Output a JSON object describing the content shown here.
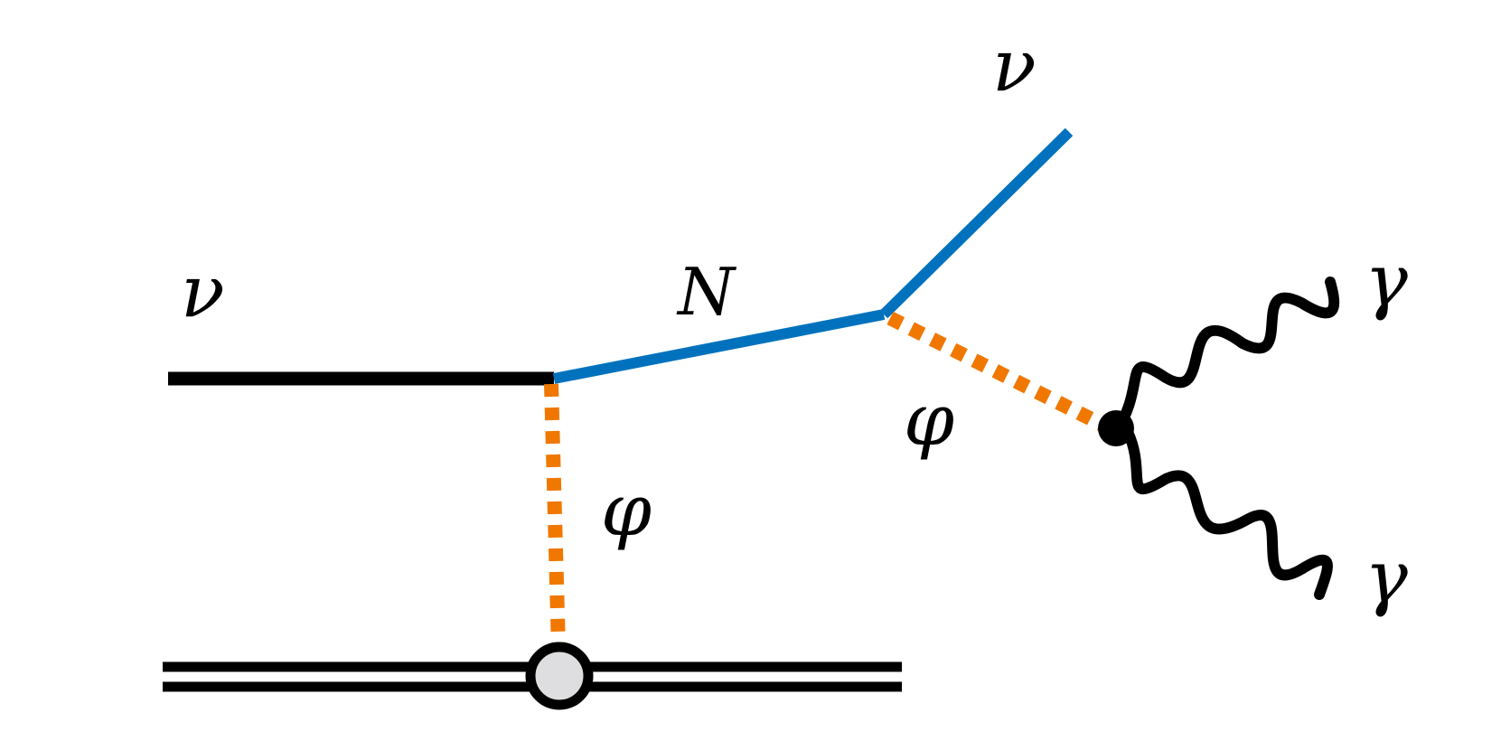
{
  "labels": {
    "nu_in": "ν",
    "nu_out": "ν",
    "heavy_neutrino": "N",
    "phi_exchange": "φ",
    "phi_decay": "φ",
    "gamma_upper": "γ",
    "gamma_lower": "γ"
  },
  "colors": {
    "neutrino_line": "#000000",
    "heavy_neutrino_line": "#0072BD",
    "scalar_line": "#F07800",
    "nucleus_blob": "#DEDEE0",
    "photon_line": "#000000"
  }
}
